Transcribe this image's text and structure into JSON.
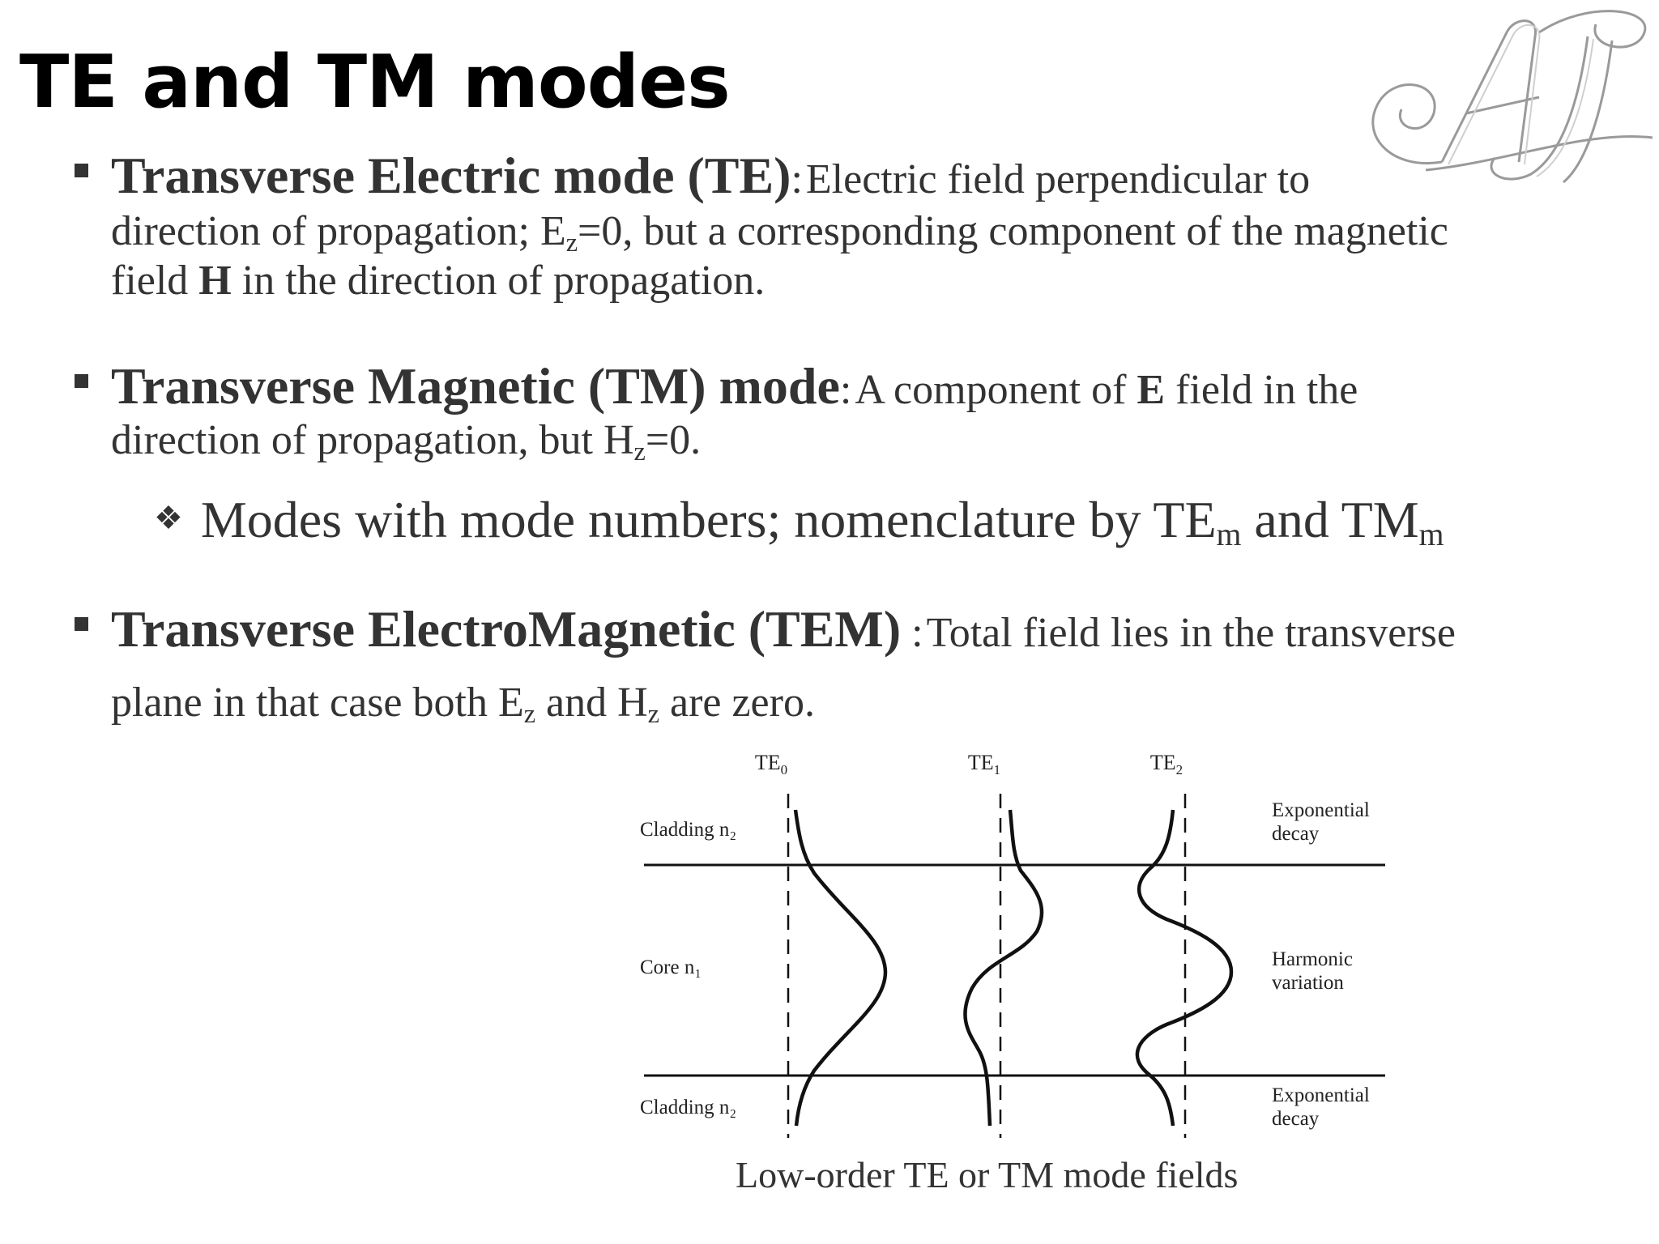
{
  "slide": {
    "title": "TE and TM modes"
  },
  "bullets": [
    {
      "heading": "Transverse Electric mode (TE)",
      "separator": ":",
      "line1": "Electric field perpendicular to",
      "line2_a": "direction of propagation; E",
      "line2_sub": "z",
      "line2_b": "=0, but a corresponding component of the magnetic",
      "line3_a": "field ",
      "line3_bold": "H",
      "line3_b": " in the direction of propagation."
    },
    {
      "heading": "Transverse Magnetic (TM) mode",
      "separator": ":",
      "line1_a": "A component of ",
      "line1_bold": "E",
      "line1_b": " field in the",
      "line2_a": "direction of propagation, but H",
      "line2_sub": "z",
      "line2_b": "=0."
    },
    {
      "heading": "Transverse ElectroMagnetic (TEM)",
      "separator": " :",
      "line1": "Total field lies in the transverse",
      "line2_a": "plane in that case both E",
      "line2_sub1": "z",
      "line2_b": " and H",
      "line2_sub2": "z",
      "line2_c": " are zero."
    }
  ],
  "sub_bullet": {
    "text_a": "Modes with mode numbers; nomenclature by TE",
    "sub1": "m",
    "text_b": " and TM",
    "sub2": "m"
  },
  "figure": {
    "mode_labels": [
      {
        "base": "TE",
        "sub": "0"
      },
      {
        "base": "TE",
        "sub": "1"
      },
      {
        "base": "TE",
        "sub": "2"
      }
    ],
    "cladding_top": "Cladding n₂",
    "core": "Core n₁",
    "cladding_bottom": "Cladding n₂",
    "right_top_1": "Exponential",
    "right_top_2": "decay",
    "right_mid_1": "Harmonic",
    "right_mid_2": "variation",
    "right_bot_1": "Exponential",
    "right_bot_2": "decay",
    "caption": "Low-order TE or TM mode fields"
  }
}
